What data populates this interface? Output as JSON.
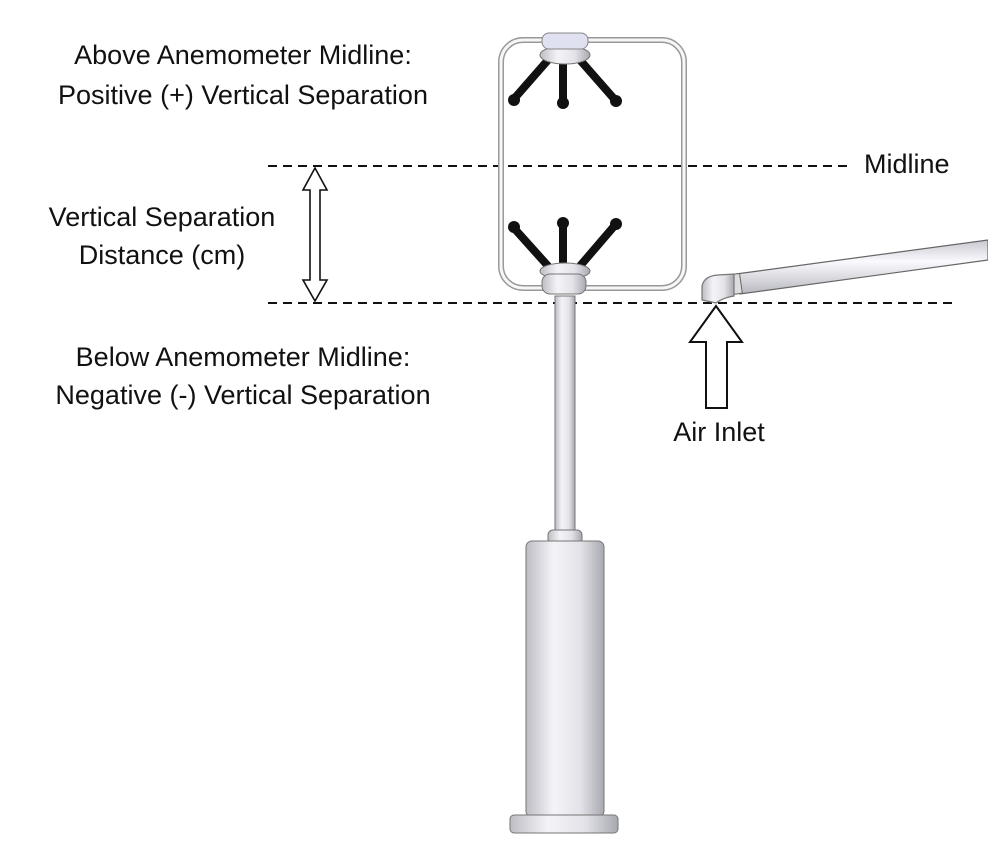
{
  "labels": {
    "above_line1": "Above Anemometer Midline:",
    "above_line2": "Positive (+) Vertical Separation",
    "distance_line1": "Vertical Separation",
    "distance_line2": "Distance (cm)",
    "below_line1": "Below Anemometer Midline:",
    "below_line2": "Negative (-) Vertical Separation",
    "midline": "Midline",
    "air_inlet": "Air Inlet"
  }
}
